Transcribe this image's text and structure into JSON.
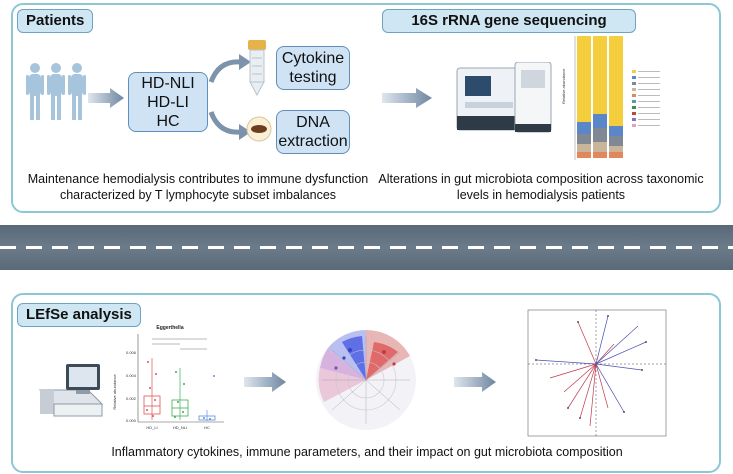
{
  "top_panel": {
    "title": "Patients",
    "groups": [
      "HD-NLI",
      "HD-LI",
      "HC"
    ],
    "cytokine_box": [
      "Cytokine",
      "testing"
    ],
    "dna_box": [
      "DNA",
      "extraction"
    ],
    "caption": [
      "Maintenance hemodialysis contributes to immune dysfunction",
      "characterized by T lymphocyte subset imbalances"
    ],
    "sequencing_title": "16S rRNA gene sequencing",
    "sequencing_caption": [
      "Alterations in gut microbiota composition across taxonomic",
      "levels in hemodialysis patients"
    ]
  },
  "bottom_panel": {
    "title": "LEfSe analysis",
    "boxplot_title": "Eggerthella",
    "boxplot_ylabel": "Relative abundance",
    "boxplot_categories": [
      "HD_LI",
      "HD_NLI",
      "HC"
    ],
    "boxplot_yticks": [
      "0.006",
      "0.004",
      "0.002",
      "0.000"
    ],
    "caption": "Inflammatory cytokines, immune parameters, and their impact on gut microbiota composition"
  },
  "colors": {
    "panel_border": "#8cc7d6",
    "tag_fill": "#cfe6f3",
    "box_fill": "#cfe3f5",
    "arrow": "#7d93ab",
    "road": "#5f6e7e",
    "stack_yellow": "#f4ce3c",
    "hd_li": "#e05555",
    "hd_nli": "#3fae5a",
    "hc": "#5b8fe0"
  }
}
